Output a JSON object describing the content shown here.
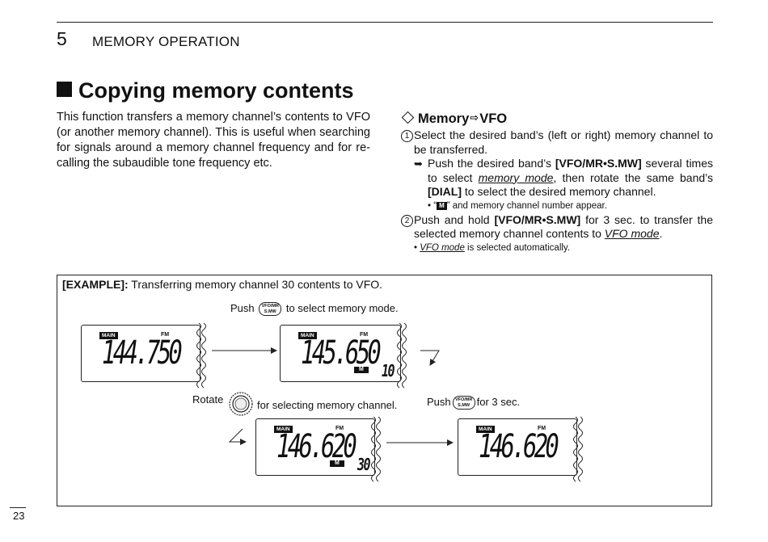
{
  "header": {
    "chapter_number": "5",
    "chapter_title": "MEMORY OPERATION"
  },
  "section": {
    "title": "Copying memory contents"
  },
  "intro": {
    "lines": [
      "This function transfers a memory channel’s contents to VFO",
      "(or another memory channel). This is useful when searching",
      "for signals around a memory channel frequency and for re-",
      "calling the subaudible tone frequency etc."
    ]
  },
  "subsection": {
    "title_left": "Memory",
    "title_right": "VFO",
    "arrow_glyph": "⇨"
  },
  "steps": {
    "s1_num": "1",
    "s1_line1": "Select the desired band’s (left or right) memory channel to",
    "s1_line2": "be transferred.",
    "s1_sub_pt": "➥",
    "s1_sub_l1a": "Push the desired band’s ",
    "s1_sub_l1b": "[VFO/MR•S.MW]",
    "s1_sub_l1c": " several times",
    "s1_sub_l2a": "to select ",
    "s1_sub_l2b": "memory mode",
    "s1_sub_l2c": ", then rotate the same band’s",
    "s1_sub_l3a": "[DIAL]",
    "s1_sub_l3b": " to select the desired memory channel.",
    "s1_note_a": "• “",
    "s1_note_badge": "M",
    "s1_note_b": "” and memory channel number appear.",
    "s2_num": "2",
    "s2_l1a": "Push and hold ",
    "s2_l1b": "[VFO/MR•S.MW]",
    "s2_l1c": " for 3 sec. to transfer the",
    "s2_l2a": "selected memory channel contents to ",
    "s2_l2b": "VFO mode",
    "s2_l2c": ".",
    "s2_note_a": "• ",
    "s2_note_b": "VFO mode",
    "s2_note_c": " is selected automatically."
  },
  "example": {
    "label_bold": "[EXAMPLE]:",
    "label_text": " Transferring memory channel 30 contents to VFO.",
    "push1_pre": "Push",
    "push1_post": "to select memory mode.",
    "rotate_pre": "Rotate",
    "rotate_post": "for selecting memory channel.",
    "push2_pre": "Push",
    "push2_post": "for 3 sec.",
    "key_top": "VFO/MR",
    "key_bottom": "S.MW",
    "displays": [
      {
        "main": "MAIN",
        "mode": "FM",
        "freq": "144.750",
        "mem": "",
        "ch": ""
      },
      {
        "main": "MAIN",
        "mode": "FM",
        "freq": "145.650",
        "mem": "M",
        "ch": "10"
      },
      {
        "main": "MAIN",
        "mode": "FM",
        "freq": "146.620",
        "mem": "M",
        "ch": "30"
      },
      {
        "main": "MAIN",
        "mode": "FM",
        "freq": "146.620",
        "mem": "",
        "ch": ""
      }
    ]
  },
  "footer": {
    "page_number": "23"
  }
}
